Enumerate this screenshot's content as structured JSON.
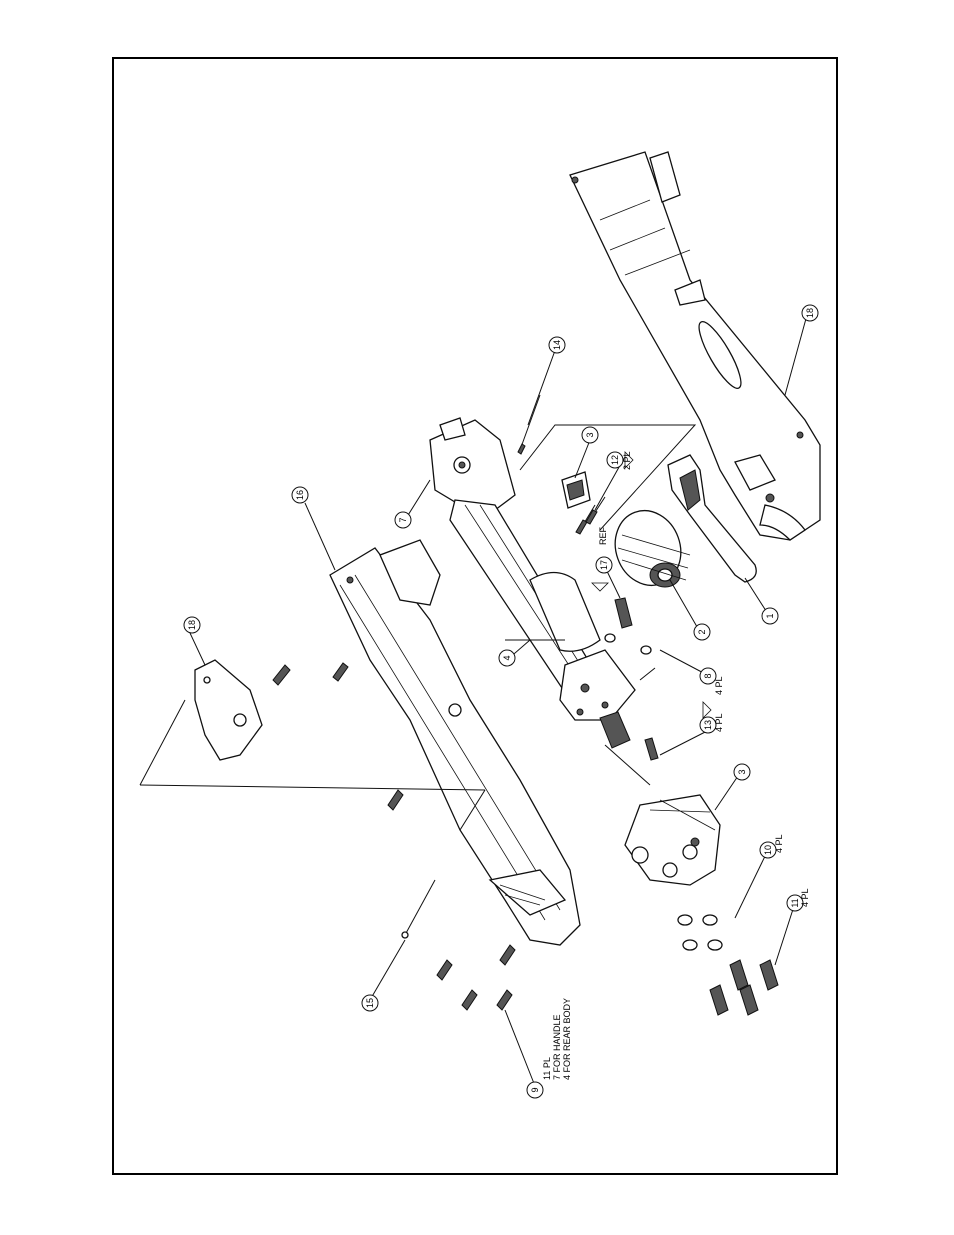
{
  "callouts": [
    {
      "id": "c1",
      "text": "1"
    },
    {
      "id": "c2",
      "text": "2"
    },
    {
      "id": "c3a",
      "text": "3"
    },
    {
      "id": "c3b",
      "text": "3"
    },
    {
      "id": "c4",
      "text": "4"
    },
    {
      "id": "c7",
      "text": "7"
    },
    {
      "id": "c8",
      "text": "8"
    },
    {
      "id": "c9",
      "text": "9"
    },
    {
      "id": "c10",
      "text": "10"
    },
    {
      "id": "c11",
      "text": "11"
    },
    {
      "id": "c12",
      "text": "12"
    },
    {
      "id": "c13",
      "text": "13"
    },
    {
      "id": "c14",
      "text": "14"
    },
    {
      "id": "c15",
      "text": "15"
    },
    {
      "id": "c16",
      "text": "16"
    },
    {
      "id": "c17",
      "text": "17"
    },
    {
      "id": "c18a",
      "text": "18"
    },
    {
      "id": "c18b",
      "text": "18"
    }
  ],
  "notes": {
    "c8": "4 PL",
    "c9": "4 PL",
    "c11": "4 PL",
    "c12": "2 PL",
    "c13": "4 PL",
    "c16": "REF",
    "c10_line1": "11 PL",
    "c10_line2": "7 FOR HANDLE",
    "c10_line3": "4 FOR REAR BODY"
  }
}
